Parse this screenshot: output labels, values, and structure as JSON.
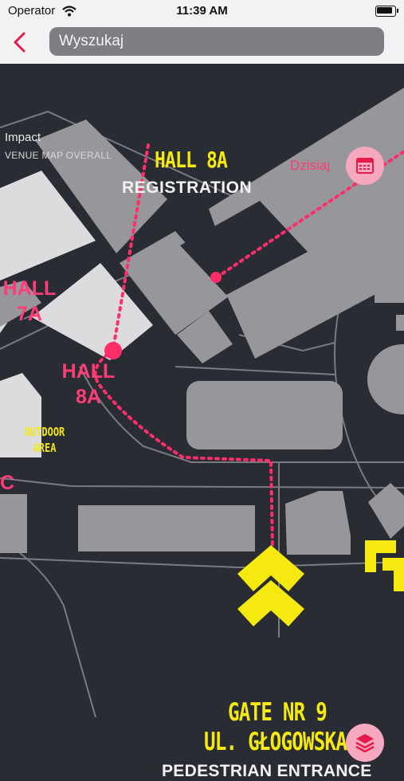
{
  "status_bar": {
    "carrier": "Operator",
    "time": "11:39 AM"
  },
  "search": {
    "placeholder": "Wyszukaj"
  },
  "map": {
    "header_title": "Impact",
    "header_subtitle": "VENUE MAP OVERALL",
    "today_label": "Dzisiaj",
    "labels": {
      "hall_8a_sign": "HALL 8A",
      "registration": "REGISTRATION",
      "hall_7a": "HALL\n7A",
      "hall_8a": "HALL\n8A",
      "outdoor_area": "OUTDOOR\nAREA",
      "hall_c_partial": "C",
      "gate_line1": "GATE NR 9",
      "gate_line2": "UL. GŁOGOWSKA",
      "pedestrian": "PEDESTRIAN ENTRANCE"
    },
    "colors": {
      "background": "#2a2c33",
      "building": "#97979b",
      "hall_highlight": "#dcdcde",
      "route": "#ff2d6a",
      "sign_yellow": "#f5e90f",
      "button_bg": "#f6a8be"
    },
    "icons": {
      "back": "chevron-left-icon",
      "calendar": "calendar-icon",
      "layers": "layers-icon",
      "wifi": "wifi-icon",
      "battery": "battery-icon"
    }
  }
}
